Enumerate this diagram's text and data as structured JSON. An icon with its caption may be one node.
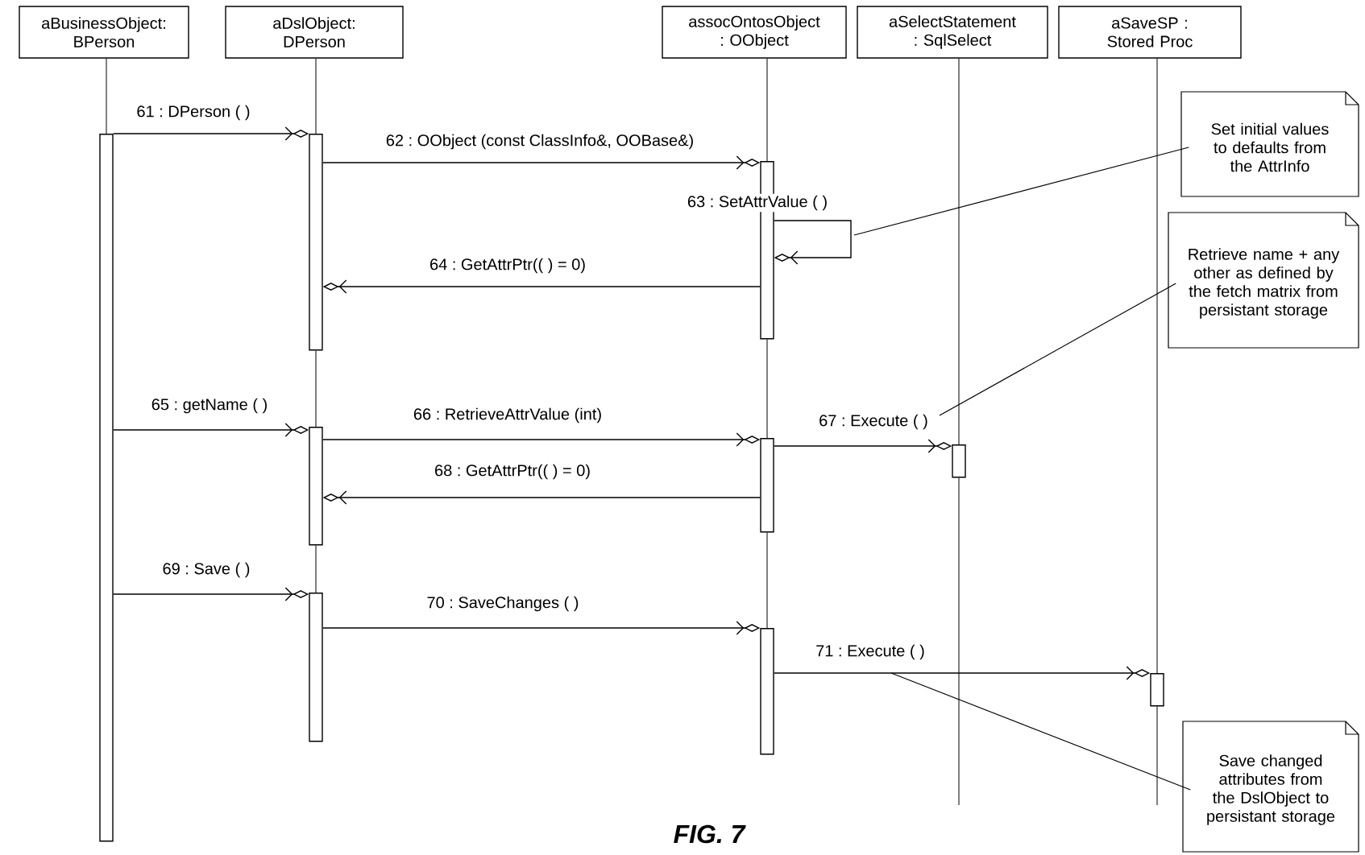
{
  "diagram": {
    "caption": "FIG. 7",
    "nodes": [
      {
        "text": [
          "aBusinessObject: BPerson"
        ]
      },
      {
        "text": [
          "aDslObject: DPerson"
        ]
      },
      {
        "text": [
          "assocOntosObject : OObject"
        ]
      },
      {
        "text": [
          "aSelectStatement : SqlSelect"
        ]
      },
      {
        "text": [
          "aSaveSP : Stored Proc"
        ]
      },
      {
        "text": [],
        "shape": "bar"
      },
      {
        "text": [],
        "shape": "bar"
      },
      {
        "text": [],
        "shape": "bar"
      },
      {
        "text": [],
        "shape": "bar"
      },
      {
        "text": [],
        "shape": "bar"
      },
      {
        "text": [],
        "shape": "bar"
      },
      {
        "text": [],
        "shape": "bar"
      },
      {
        "text": [],
        "shape": "bar"
      },
      {
        "text": [],
        "shape": "bar"
      },
      {
        "text": [
          "Set initial values to defaults from the AttrInfo"
        ]
      },
      {
        "text": [
          "Retrieve name + any other as defined by the fetch matrix from persistant storage"
        ]
      },
      {
        "text": [
          "Save changed attributes from the DslObject to persistant storage"
        ]
      }
    ],
    "edges": [
      {
        "from": 5,
        "to": 6,
        "arrow": "to",
        "label": "61 : DPerson ( )"
      },
      {
        "from": 6,
        "to": 7,
        "arrow": "to",
        "label": "62 : OObject (const ClassInfo&, OOBase&)"
      },
      {
        "from": 7,
        "to": 7,
        "arrow": "to",
        "label": "63 : SetAttrValue ( )"
      },
      {
        "from": 7,
        "to": 6,
        "arrow": "to",
        "label": "64 : GetAttrPtr(( ) = 0)"
      },
      {
        "from": 5,
        "to": 8,
        "arrow": "to",
        "label": "65 : getName ( )"
      },
      {
        "from": 8,
        "to": 9,
        "arrow": "to",
        "label": "66 : RetrieveAttrValue (int)"
      },
      {
        "from": 9,
        "to": 10,
        "arrow": "to",
        "label": "67 : Execute ( )"
      },
      {
        "from": 9,
        "to": 8,
        "arrow": "to",
        "label": "68 : GetAttrPtr(( ) = 0)"
      },
      {
        "from": 5,
        "to": 11,
        "arrow": "to",
        "label": "69 : Save ( )"
      },
      {
        "from": 11,
        "to": 12,
        "arrow": "to",
        "label": "70 : SaveChanges ( )"
      },
      {
        "from": 12,
        "to": 13,
        "arrow": "to",
        "label": "71 : Execute ( )"
      },
      {
        "from": 14,
        "to": null,
        "arrow": "none"
      },
      {
        "from": 15,
        "to": null,
        "arrow": "none"
      },
      {
        "from": 16,
        "to": null,
        "arrow": "none"
      },
      {
        "from": 0,
        "to": 5,
        "arrow": "none"
      },
      {
        "from": 1,
        "to": 6,
        "arrow": "none"
      },
      {
        "from": 6,
        "to": 8,
        "arrow": "none"
      },
      {
        "from": 8,
        "to": 11,
        "arrow": "none"
      },
      {
        "from": 2,
        "to": 7,
        "arrow": "none"
      },
      {
        "from": 7,
        "to": 9,
        "arrow": "none"
      },
      {
        "from": 9,
        "to": 12,
        "arrow": "none"
      },
      {
        "from": 3,
        "to": 10,
        "arrow": "none"
      },
      {
        "from": 10,
        "to": null,
        "arrow": "none"
      },
      {
        "from": 4,
        "to": 13,
        "arrow": "none"
      },
      {
        "from": 13,
        "to": null,
        "arrow": "none"
      }
    ]
  }
}
